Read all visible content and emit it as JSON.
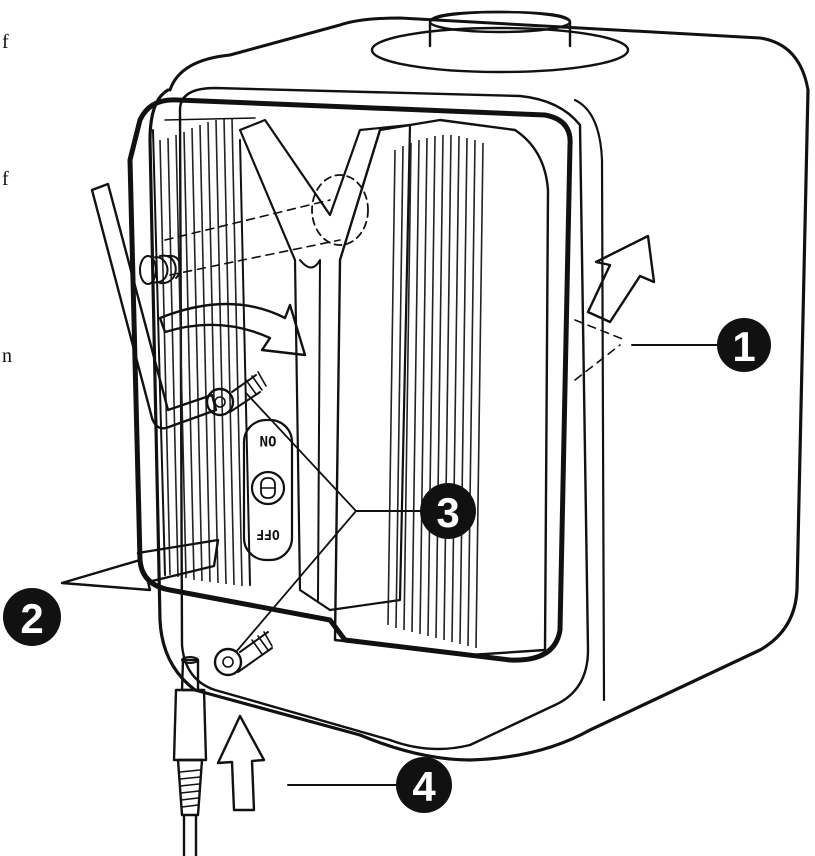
{
  "diagram": {
    "callouts": [
      {
        "id": "1",
        "label": "1"
      },
      {
        "id": "2",
        "label": "2"
      },
      {
        "id": "3",
        "label": "3"
      },
      {
        "id": "4",
        "label": "4"
      }
    ],
    "switch": {
      "on_label": "ON",
      "off_label": "OFF"
    },
    "margin_fragments": [
      "f",
      "f",
      "n"
    ],
    "colors": {
      "ink": "#111111",
      "callout_fill": "#111111",
      "callout_text": "#ffffff",
      "paper": "#ffffff"
    }
  }
}
